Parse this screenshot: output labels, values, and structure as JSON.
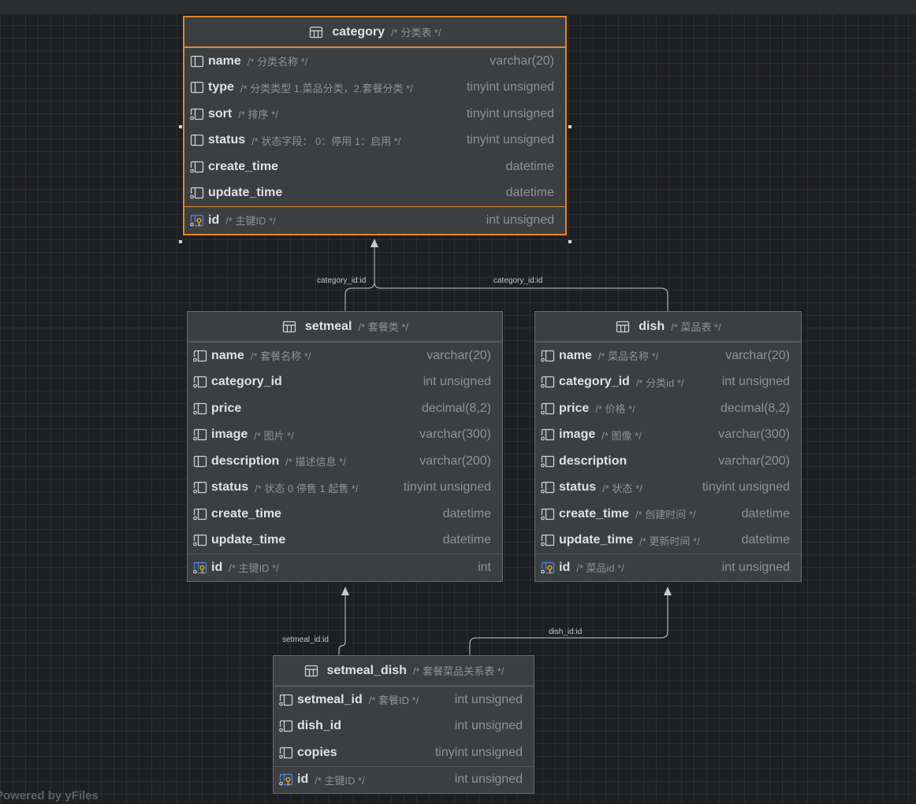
{
  "entities": [
    {
      "name": "category",
      "comment": "/* 分类表 */",
      "columns": [
        {
          "name": "name",
          "comment": "/* 分类名称 */",
          "type": "varchar(20)",
          "icon": "column-icon"
        },
        {
          "name": "type",
          "comment": "/* 分类类型 1.菜品分类，2.套餐分类 */",
          "type": "tinyint unsigned",
          "icon": "column-icon"
        },
        {
          "name": "sort",
          "comment": "/* 排序 */",
          "type": "tinyint unsigned",
          "icon": "column-nullable-icon"
        },
        {
          "name": "status",
          "comment": "/* 状态字段： 0：停用 1：启用 */",
          "type": "tinyint unsigned",
          "icon": "column-icon"
        },
        {
          "name": "create_time",
          "comment": "",
          "type": "datetime",
          "icon": "column-nullable-icon"
        },
        {
          "name": "update_time",
          "comment": "",
          "type": "datetime",
          "icon": "column-nullable-icon"
        }
      ],
      "pk": {
        "name": "id",
        "comment": "/* 主键ID */",
        "type": "int unsigned",
        "icon": "primary-key-icon"
      }
    },
    {
      "name": "setmeal",
      "comment": "/* 套餐类 */",
      "columns": [
        {
          "name": "name",
          "comment": "/* 套餐名称 */",
          "type": "varchar(20)",
          "icon": "column-nullable-icon"
        },
        {
          "name": "category_id",
          "comment": "",
          "type": "int unsigned",
          "icon": "column-nullable-icon"
        },
        {
          "name": "price",
          "comment": "",
          "type": "decimal(8,2)",
          "icon": "column-nullable-icon"
        },
        {
          "name": "image",
          "comment": "/* 图片 */",
          "type": "varchar(300)",
          "icon": "column-nullable-icon"
        },
        {
          "name": "description",
          "comment": "/* 描述信息 */",
          "type": "varchar(200)",
          "icon": "column-icon"
        },
        {
          "name": "status",
          "comment": "/* 状态 0 停售 1 起售 */",
          "type": "tinyint unsigned",
          "icon": "column-nullable-icon"
        },
        {
          "name": "create_time",
          "comment": "",
          "type": "datetime",
          "icon": "column-nullable-icon"
        },
        {
          "name": "update_time",
          "comment": "",
          "type": "datetime",
          "icon": "column-nullable-icon"
        }
      ],
      "pk": {
        "name": "id",
        "comment": "/* 主键ID */",
        "type": "int",
        "icon": "primary-key-icon"
      }
    },
    {
      "name": "dish",
      "comment": "/* 菜品表 */",
      "columns": [
        {
          "name": "name",
          "comment": "/* 菜品名称 */",
          "type": "varchar(20)",
          "icon": "column-nullable-icon"
        },
        {
          "name": "category_id",
          "comment": "/* 分类id */",
          "type": "int unsigned",
          "icon": "column-nullable-icon"
        },
        {
          "name": "price",
          "comment": "/* 价格 */",
          "type": "decimal(8,2)",
          "icon": "column-nullable-icon"
        },
        {
          "name": "image",
          "comment": "/* 图像 */",
          "type": "varchar(300)",
          "icon": "column-nullable-icon"
        },
        {
          "name": "description",
          "comment": "",
          "type": "varchar(200)",
          "icon": "column-nullable-icon"
        },
        {
          "name": "status",
          "comment": "/* 状态 */",
          "type": "tinyint unsigned",
          "icon": "column-nullable-icon"
        },
        {
          "name": "create_time",
          "comment": "/* 创建时间 */",
          "type": "datetime",
          "icon": "column-nullable-icon"
        },
        {
          "name": "update_time",
          "comment": "/* 更新时间 */",
          "type": "datetime",
          "icon": "column-nullable-icon"
        }
      ],
      "pk": {
        "name": "id",
        "comment": "/* 菜品id */",
        "type": "int unsigned",
        "icon": "primary-key-icon"
      }
    },
    {
      "name": "setmeal_dish",
      "comment": "/* 套餐菜品关系表 */",
      "columns": [
        {
          "name": "setmeal_id",
          "comment": "/* 套餐ID */",
          "type": "int unsigned",
          "icon": "column-nullable-icon"
        },
        {
          "name": "dish_id",
          "comment": "",
          "type": "int unsigned",
          "icon": "column-nullable-icon"
        },
        {
          "name": "copies",
          "comment": "",
          "type": "tinyint unsigned",
          "icon": "column-nullable-icon"
        }
      ],
      "pk": {
        "name": "id",
        "comment": "/* 主键ID */",
        "type": "int unsigned",
        "icon": "primary-key-icon"
      }
    }
  ],
  "relations": [
    {
      "from": "setmeal",
      "to": "category",
      "label": "category_id:id"
    },
    {
      "from": "dish",
      "to": "category",
      "label": "category_id:id"
    },
    {
      "from": "setmeal_dish",
      "to": "setmeal",
      "label": "setmeal_id:id"
    },
    {
      "from": "setmeal_dish",
      "to": "dish",
      "label": "dish_id:id"
    }
  ],
  "selected_entity": "category",
  "watermark": "Powered by yFiles",
  "colors": {
    "background": "#1e1f22",
    "selection": "#e08a2a",
    "panel": "#3c3f41",
    "key_icon": "#d9a62e",
    "icon_blue": "#4a7fd6"
  }
}
